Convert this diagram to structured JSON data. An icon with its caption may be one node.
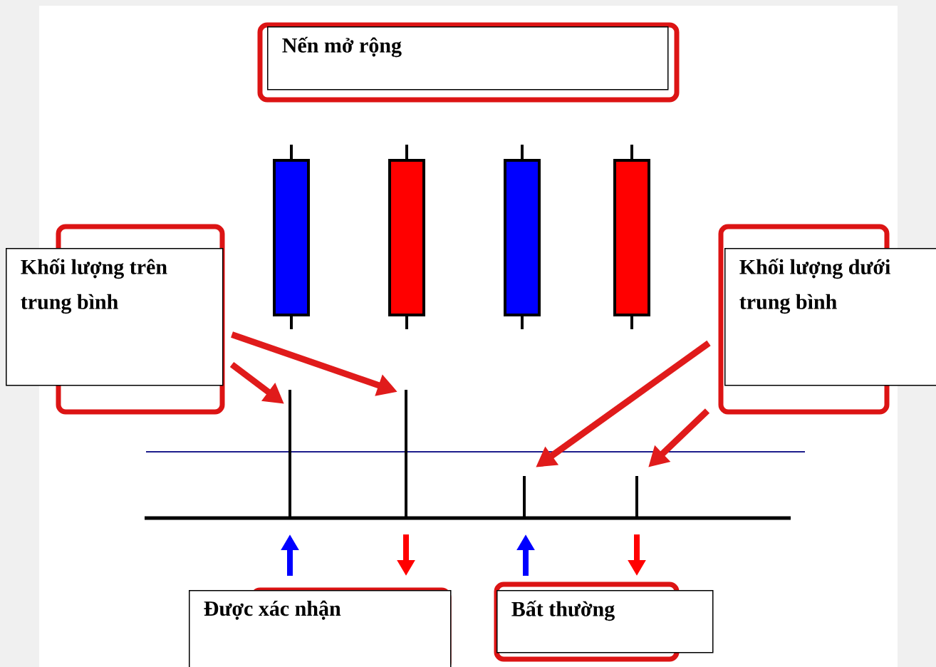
{
  "diagram": {
    "nodes": [
      {
        "text": [
          "Nến mở rộng"
        ]
      },
      {
        "text": [
          "Khối lượng trên trung bình"
        ]
      },
      {
        "text": [
          "Khối lượng dưới trung bình"
        ]
      },
      {
        "text": [
          "Được xác nhận"
        ]
      },
      {
        "text": [
          "Bất thường"
        ]
      },
      {
        "text": [],
        "shape": "bar"
      },
      {
        "text": [],
        "shape": "bar"
      },
      {
        "text": [],
        "shape": "bar"
      },
      {
        "text": [],
        "shape": "bar"
      }
    ],
    "edges": [
      {
        "from": 1,
        "to": 5,
        "arrow": "to"
      },
      {
        "from": 1,
        "to": 6,
        "arrow": "to"
      },
      {
        "from": 2,
        "to": 7,
        "arrow": "to"
      },
      {
        "from": 2,
        "to": 8,
        "arrow": "to"
      }
    ]
  }
}
